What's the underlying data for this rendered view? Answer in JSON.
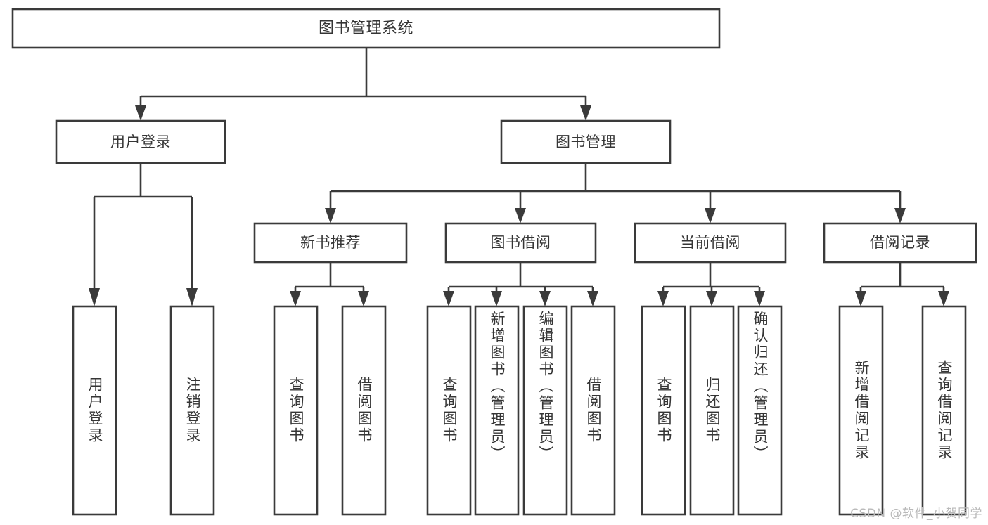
{
  "diagram": {
    "title": "图书管理系统",
    "type": "tree",
    "background_color": "#ffffff",
    "line_color": "#3a3a3a",
    "text_color": "#353535",
    "box_fill": "#ffffff",
    "root": {
      "id": "root",
      "label": "图书管理系统"
    },
    "level2": [
      {
        "id": "user-login",
        "label": "用户登录"
      },
      {
        "id": "book-manage",
        "label": "图书管理"
      }
    ],
    "level3": [
      {
        "id": "new-book-recommend",
        "label": "新书推荐",
        "parent": "book-manage"
      },
      {
        "id": "book-borrow",
        "label": "图书借阅",
        "parent": "book-manage"
      },
      {
        "id": "current-borrow",
        "label": "当前借阅",
        "parent": "book-manage"
      },
      {
        "id": "borrow-record",
        "label": "借阅记录",
        "parent": "book-manage"
      }
    ],
    "leaves": {
      "user_login": [
        {
          "id": "leaf-user-login",
          "label": "用户登录"
        },
        {
          "id": "leaf-user-logout",
          "label": "注销登录"
        }
      ],
      "new_book_recommend": [
        {
          "id": "leaf-query-book-1",
          "label": "查询图书"
        },
        {
          "id": "leaf-borrow-book-1",
          "label": "借阅图书"
        }
      ],
      "book_borrow": [
        {
          "id": "leaf-query-book-2",
          "label": "查询图书"
        },
        {
          "id": "leaf-add-book",
          "label": "新增图书（管理员）"
        },
        {
          "id": "leaf-edit-book",
          "label": "编辑图书（管理员）"
        },
        {
          "id": "leaf-borrow-book-2",
          "label": "借阅图书"
        }
      ],
      "current_borrow": [
        {
          "id": "leaf-query-book-3",
          "label": "查询图书"
        },
        {
          "id": "leaf-return-book",
          "label": "归还图书"
        },
        {
          "id": "leaf-confirm-return",
          "label": "确认归还（管理员）"
        }
      ],
      "borrow_record": [
        {
          "id": "leaf-add-record",
          "label": "新增借阅记录"
        },
        {
          "id": "leaf-query-record",
          "label": "查询借阅记录"
        }
      ]
    }
  },
  "watermark": {
    "text": "CSDN @软件_小贺同学"
  }
}
